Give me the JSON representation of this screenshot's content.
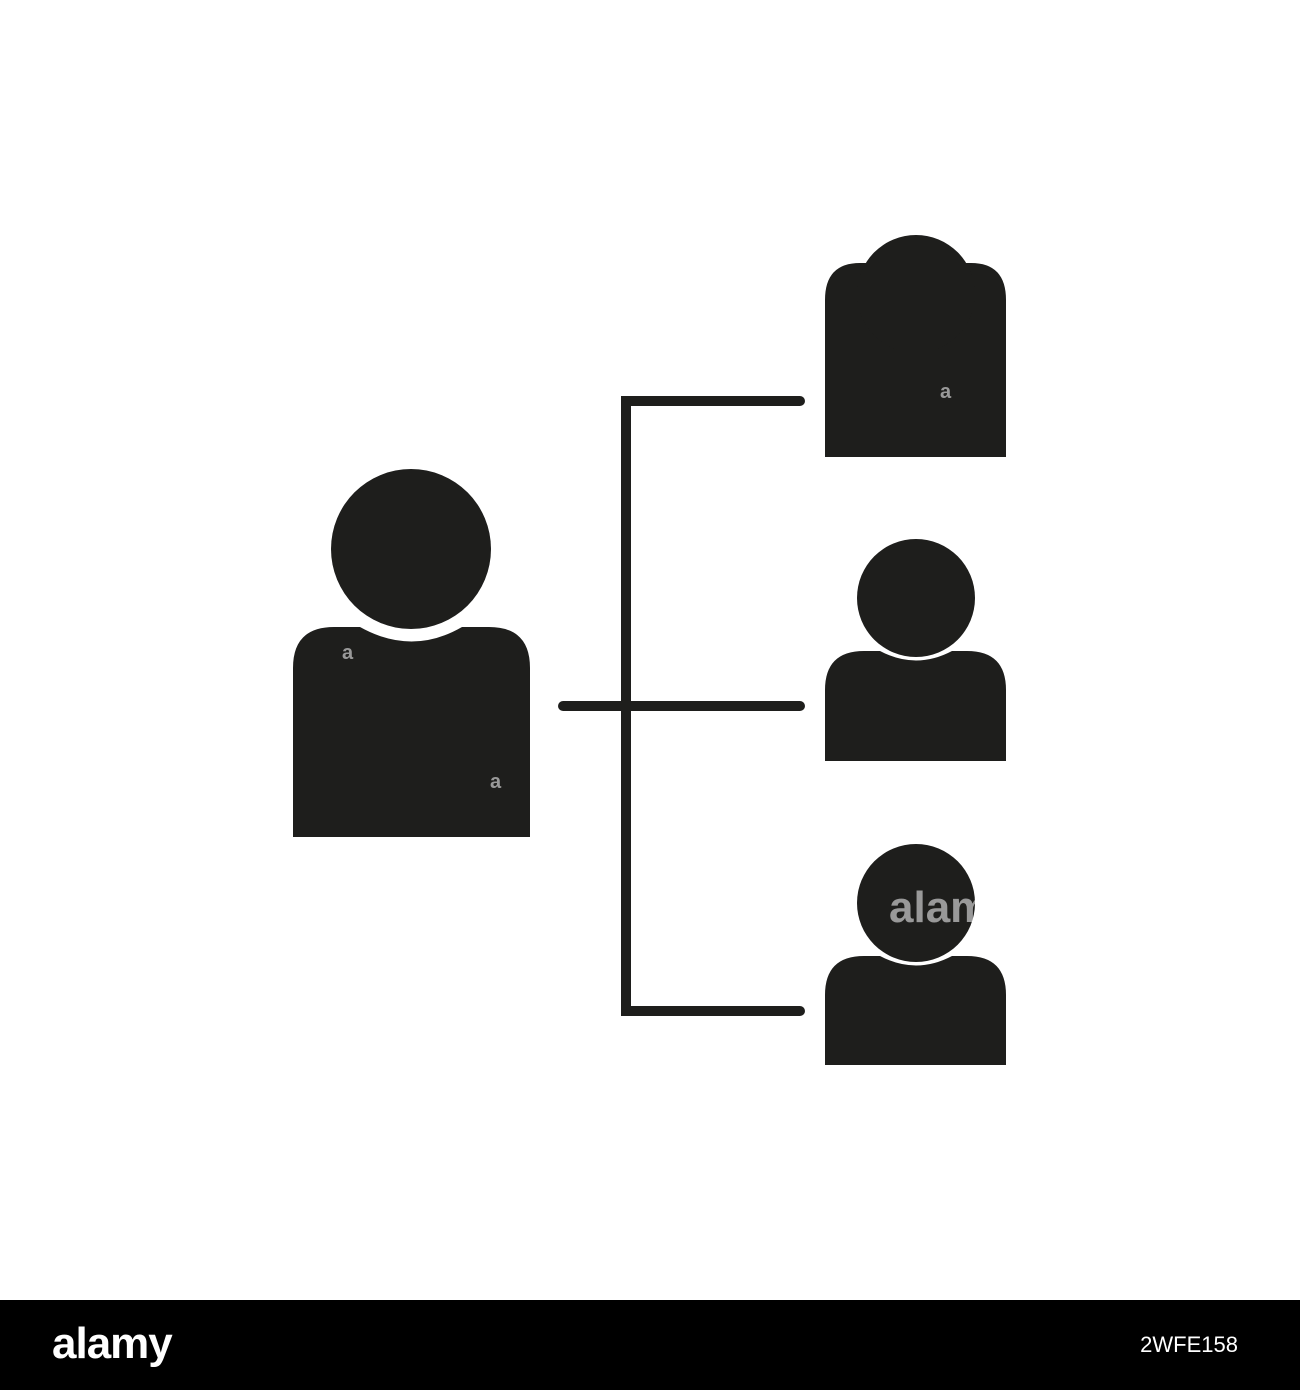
{
  "diagram": {
    "type": "org-hierarchy",
    "icon_color": "#1e1e1c",
    "background_color": "#ffffff",
    "nodes": [
      {
        "id": "manager",
        "icon": "person-icon",
        "role": "parent"
      },
      {
        "id": "member-1",
        "icon": "person-icon",
        "role": "child"
      },
      {
        "id": "member-2",
        "icon": "person-icon",
        "role": "child"
      },
      {
        "id": "member-3",
        "icon": "person-icon",
        "role": "child"
      }
    ],
    "watermark_text": "alamy",
    "watermark_fragment": "a"
  },
  "footer": {
    "background_color": "#000000",
    "logo": "alamy",
    "image_id": "2WFE158"
  }
}
